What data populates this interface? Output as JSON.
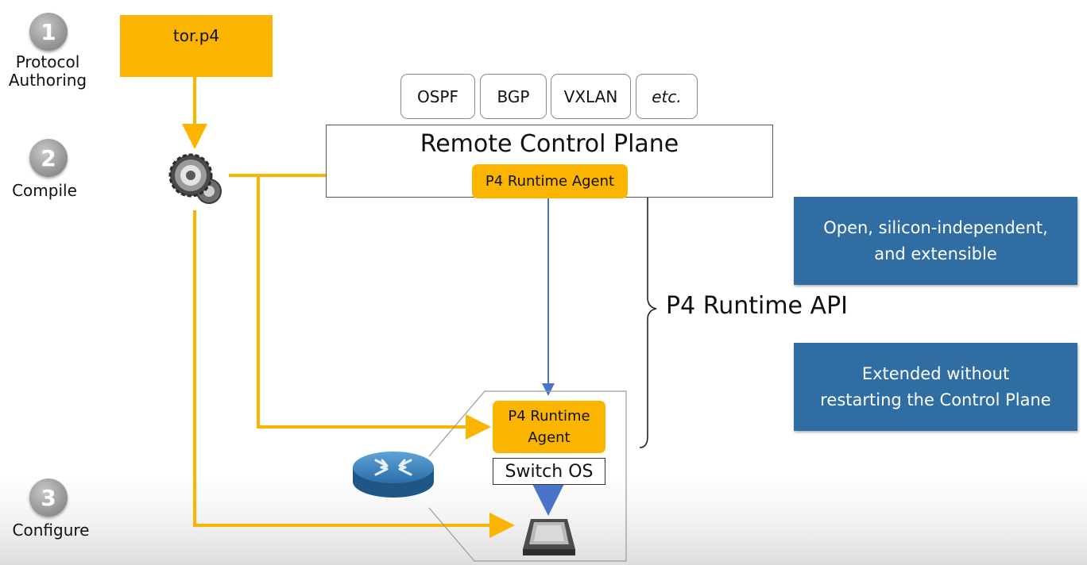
{
  "steps": [
    {
      "number": "1",
      "label_line1": "Protocol",
      "label_line2": "Authoring"
    },
    {
      "number": "2",
      "label": "Compile"
    },
    {
      "number": "3",
      "label": "Configure"
    }
  ],
  "source_file": "tor.p4",
  "protocols": [
    "OSPF",
    "BGP",
    "VXLAN",
    "etc."
  ],
  "remote_control_plane": {
    "title": "Remote Control Plane",
    "agent_label": "P4 Runtime Agent"
  },
  "switch": {
    "agent_line1": "P4 Runtime",
    "agent_line2": "Agent",
    "os_label": "Switch OS"
  },
  "api_label": "P4 Runtime API",
  "features": [
    {
      "line1": "Open, silicon-independent,",
      "line2": "and extensible"
    },
    {
      "line1": "Extended without",
      "line2": "restarting the Control Plane"
    }
  ],
  "colors": {
    "accent_orange": "#fbb400",
    "arrow_blue": "#4a74c9",
    "feature_blue": "#2f6da3"
  }
}
